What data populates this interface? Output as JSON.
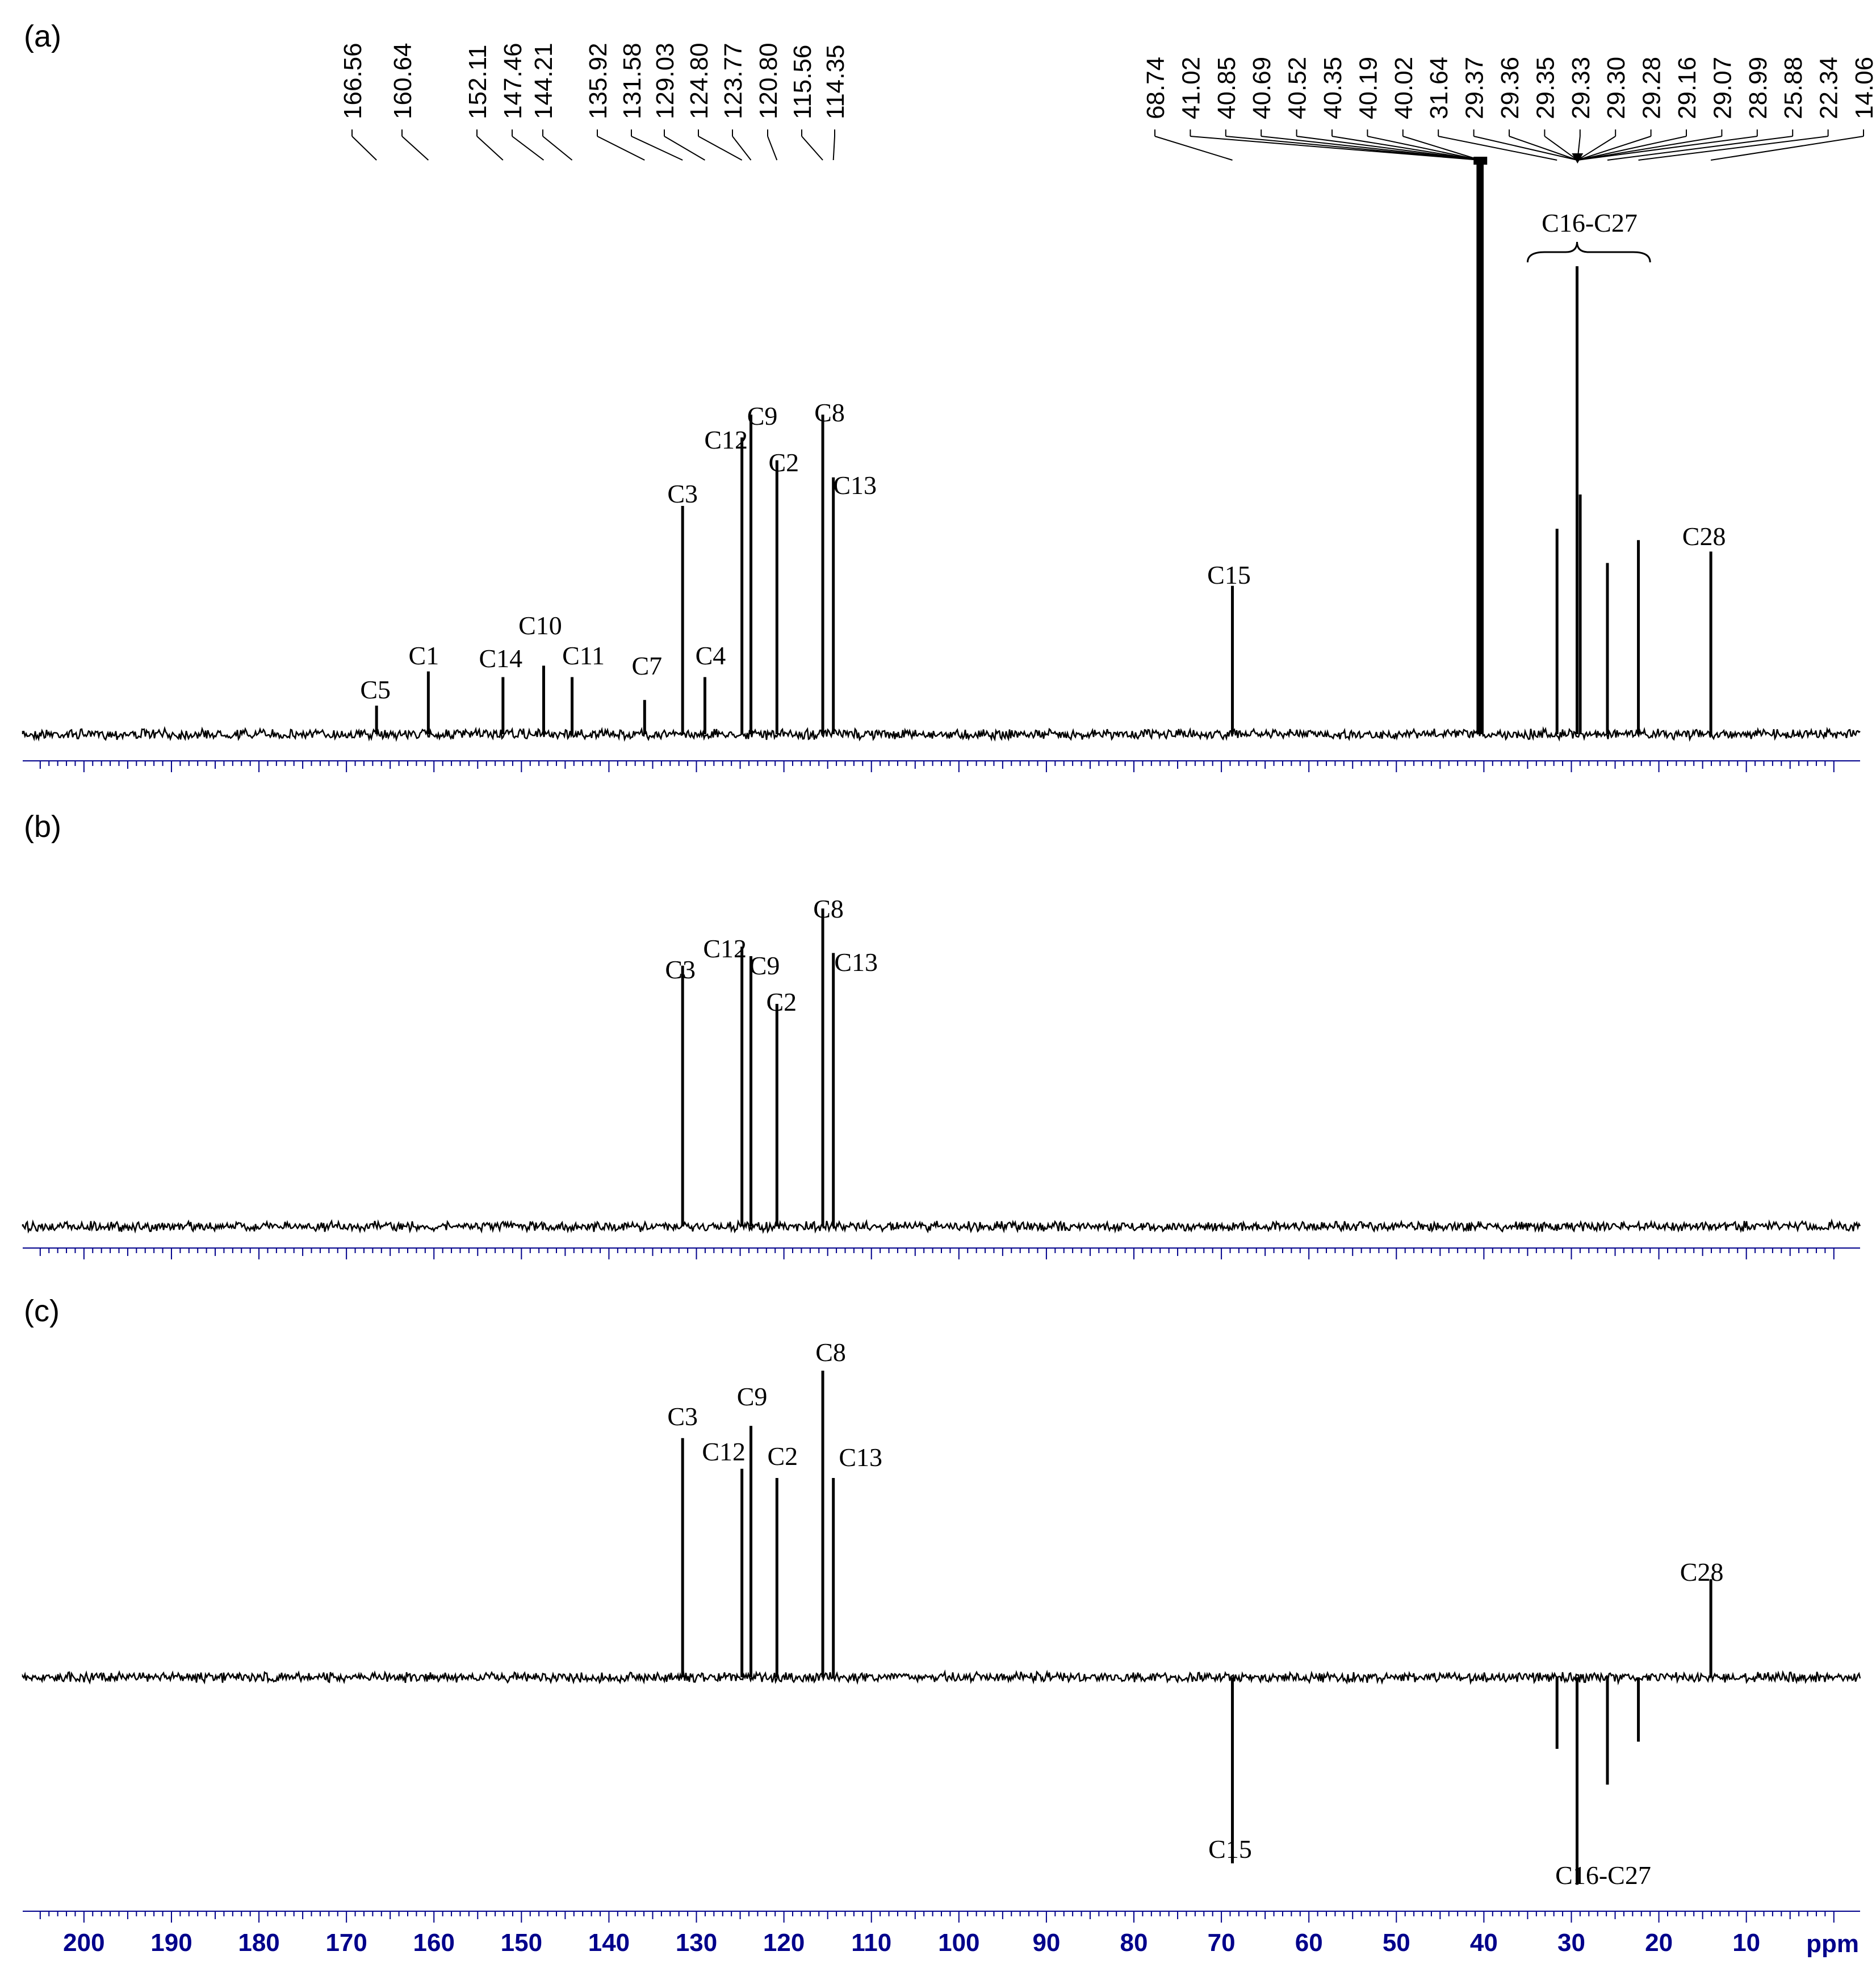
{
  "colors": {
    "trace": "#000000",
    "axis": "#00008b",
    "background": "#ffffff"
  },
  "chart_data": [
    {
      "panel": "(a)",
      "type": "line",
      "xlim": [
        207,
        -3
      ],
      "xaxis_inverted": true,
      "shift_labels": [
        "166.56",
        "160.64",
        "152.11",
        "147.46",
        "144.21",
        "135.92",
        "131.58",
        "129.03",
        "124.80",
        "123.77",
        "120.80",
        "115.56",
        "114.35",
        "68.74",
        "41.02",
        "40.85",
        "40.69",
        "40.52",
        "40.35",
        "40.19",
        "40.02",
        "31.64",
        "29.37",
        "29.36",
        "29.35",
        "29.33",
        "29.30",
        "29.28",
        "29.16",
        "29.07",
        "28.99",
        "25.88",
        "22.34",
        "14.06"
      ],
      "peaks": [
        {
          "x": 166.56,
          "h": 0.05
        },
        {
          "x": 160.64,
          "h": 0.11
        },
        {
          "x": 152.11,
          "h": 0.1
        },
        {
          "x": 147.46,
          "h": 0.12
        },
        {
          "x": 144.21,
          "h": 0.1
        },
        {
          "x": 135.92,
          "h": 0.06
        },
        {
          "x": 131.58,
          "h": 0.4
        },
        {
          "x": 129.03,
          "h": 0.1
        },
        {
          "x": 124.8,
          "h": 0.52
        },
        {
          "x": 123.77,
          "h": 0.56
        },
        {
          "x": 120.8,
          "h": 0.48
        },
        {
          "x": 115.56,
          "h": 0.56
        },
        {
          "x": 114.35,
          "h": 0.45
        },
        {
          "x": 68.74,
          "h": 0.26
        },
        {
          "x": 40.52,
          "h": 1.0
        },
        {
          "x": 40.35,
          "h": 1.0
        },
        {
          "x": 31.64,
          "h": 0.36
        },
        {
          "x": 29.35,
          "h": 0.82
        },
        {
          "x": 28.99,
          "h": 0.42
        },
        {
          "x": 25.88,
          "h": 0.3
        },
        {
          "x": 22.34,
          "h": 0.34
        },
        {
          "x": 14.06,
          "h": 0.32
        }
      ],
      "annotations": [
        {
          "text": "C5",
          "x": 166.56
        },
        {
          "text": "C1",
          "x": 160.64
        },
        {
          "text": "C14",
          "x": 152.11
        },
        {
          "text": "C10",
          "x": 147.46
        },
        {
          "text": "C11",
          "x": 144.21
        },
        {
          "text": "C7",
          "x": 135.92
        },
        {
          "text": "C3",
          "x": 131.58
        },
        {
          "text": "C4",
          "x": 129.03
        },
        {
          "text": "C12",
          "x": 124.8
        },
        {
          "text": "C9",
          "x": 123.77
        },
        {
          "text": "C2",
          "x": 120.8
        },
        {
          "text": "C8",
          "x": 115.56
        },
        {
          "text": "C13",
          "x": 114.35
        },
        {
          "text": "C15",
          "x": 68.74
        },
        {
          "text": "C28",
          "x": 14.06
        },
        {
          "text": "C16-C27",
          "x": 29.35
        }
      ]
    },
    {
      "panel": "(b)",
      "type": "line",
      "xlim": [
        207,
        -3
      ],
      "xaxis_inverted": true,
      "peaks": [
        {
          "x": 131.58,
          "h": 0.82
        },
        {
          "x": 124.8,
          "h": 0.88
        },
        {
          "x": 123.77,
          "h": 0.85
        },
        {
          "x": 120.8,
          "h": 0.7
        },
        {
          "x": 115.56,
          "h": 1.0
        },
        {
          "x": 114.35,
          "h": 0.86
        }
      ],
      "annotations": [
        {
          "text": "C3",
          "x": 131.58
        },
        {
          "text": "C12",
          "x": 124.8
        },
        {
          "text": "C9",
          "x": 123.77
        },
        {
          "text": "C2",
          "x": 120.8
        },
        {
          "text": "C8",
          "x": 115.56
        },
        {
          "text": "C13",
          "x": 114.35
        }
      ]
    },
    {
      "panel": "(c)",
      "type": "line",
      "xlim": [
        207,
        -3
      ],
      "xaxis_inverted": true,
      "xticks": [
        200,
        190,
        180,
        170,
        160,
        150,
        140,
        130,
        120,
        110,
        100,
        90,
        80,
        70,
        60,
        50,
        40,
        30,
        20,
        10
      ],
      "xunit": "ppm",
      "peaks": [
        {
          "x": 131.58,
          "h": 0.78
        },
        {
          "x": 124.8,
          "h": 0.68
        },
        {
          "x": 123.77,
          "h": 0.82
        },
        {
          "x": 120.8,
          "h": 0.65
        },
        {
          "x": 115.56,
          "h": 1.0
        },
        {
          "x": 114.35,
          "h": 0.65
        },
        {
          "x": 68.74,
          "h": -0.52
        },
        {
          "x": 31.64,
          "h": -0.2
        },
        {
          "x": 29.35,
          "h": -0.58
        },
        {
          "x": 25.88,
          "h": -0.3
        },
        {
          "x": 22.34,
          "h": -0.18
        },
        {
          "x": 14.06,
          "h": 0.32
        }
      ],
      "annotations": [
        {
          "text": "C3",
          "x": 131.58
        },
        {
          "text": "C12",
          "x": 124.8
        },
        {
          "text": "C9",
          "x": 123.77
        },
        {
          "text": "C2",
          "x": 120.8
        },
        {
          "text": "C8",
          "x": 115.56
        },
        {
          "text": "C13",
          "x": 114.35
        },
        {
          "text": "C28",
          "x": 14.06
        },
        {
          "text": "C15",
          "x": 68.74
        },
        {
          "text": "C16-C27",
          "x": 29.35
        }
      ]
    }
  ]
}
